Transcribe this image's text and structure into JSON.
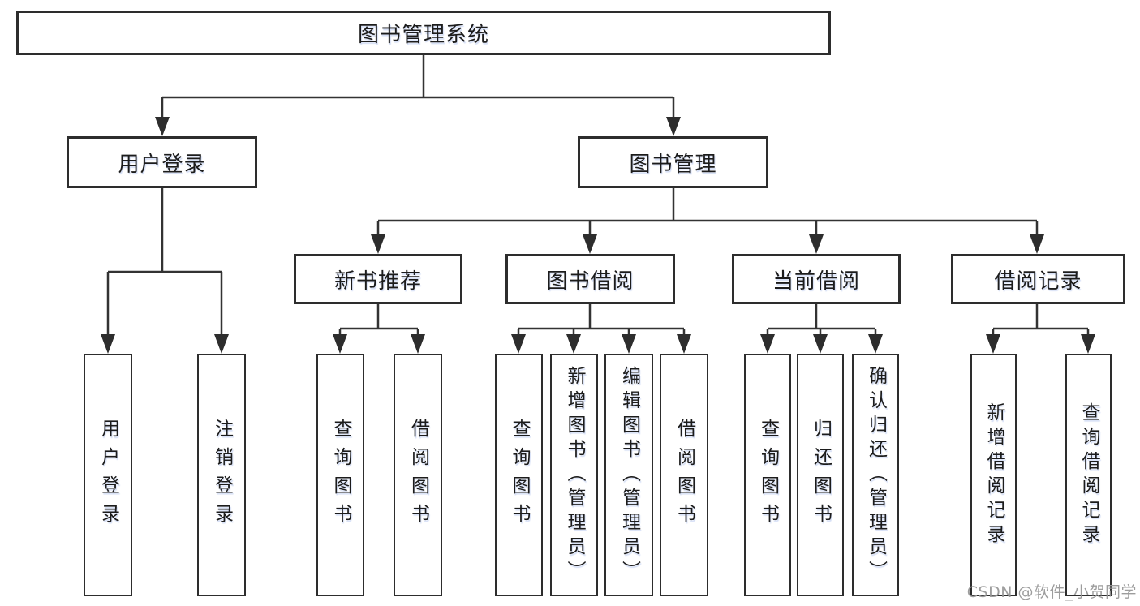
{
  "tree": {
    "root": {
      "label": "图书管理系统"
    },
    "branches": [
      {
        "label": "用户登录",
        "leaves": [
          {
            "label": "用户登录"
          },
          {
            "label": "注销登录"
          }
        ]
      },
      {
        "label": "图书管理",
        "groups": [
          {
            "label": "新书推荐",
            "leaves": [
              {
                "label": "查询图书"
              },
              {
                "label": "借阅图书"
              }
            ]
          },
          {
            "label": "图书借阅",
            "leaves": [
              {
                "label": "查询图书"
              },
              {
                "label": "新增图书（管理员）"
              },
              {
                "label": "编辑图书（管理员）"
              },
              {
                "label": "借阅图书"
              }
            ]
          },
          {
            "label": "当前借阅",
            "leaves": [
              {
                "label": "查询图书"
              },
              {
                "label": "归还图书"
              },
              {
                "label": "确认归还（管理员）"
              }
            ]
          },
          {
            "label": "借阅记录",
            "leaves": [
              {
                "label": "新增借阅记录"
              },
              {
                "label": "查询借阅记录"
              }
            ]
          }
        ]
      }
    ]
  },
  "watermark": {
    "text": "CSDN @软件_小贺同学"
  },
  "colors": {
    "line": "#333333",
    "box_border": "#2d2d2d",
    "text": "#1c1c1c",
    "watermark": "#959595",
    "background": "#ffffff"
  }
}
